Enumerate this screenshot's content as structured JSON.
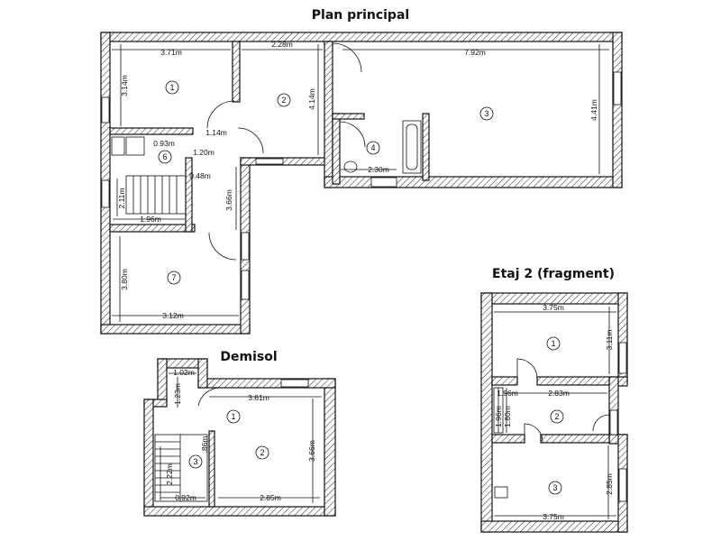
{
  "titles": {
    "main": "Plan principal",
    "basement": "Demisol",
    "floor2": "Etaj 2 (fragment)"
  },
  "plan_principal": {
    "rooms": [
      "1",
      "2",
      "3",
      "4",
      "6",
      "7"
    ],
    "dims": {
      "r1_width": "3.71m",
      "r1_height": "3.14m",
      "r2_width": "2.28m",
      "r2_height": "4.14m",
      "r3_width": "7.92m",
      "r3_height": "4.41m",
      "r4_width": "2.30m",
      "hall_1": "0.93m",
      "hall_2": "1.14m",
      "hall_3": "1.20m",
      "hall_4": "0.48m",
      "stair_h": "2.11m",
      "stair_w": "1.96m",
      "corridor": "3.66m",
      "r7_height": "3.80m",
      "r7_width": "3.12m"
    }
  },
  "demisol": {
    "rooms": [
      "1",
      "2",
      "3"
    ],
    "dims": {
      "d_1": "1.02m",
      "d_2": "1.23m",
      "d_3": "3.61m",
      "d_4": "3.66m",
      "d_5": ".86m",
      "d_6": "2.22m",
      "d_7": "0.92m",
      "d_8": "2.85m"
    }
  },
  "etaj2": {
    "rooms": [
      "1",
      "2",
      "3"
    ],
    "dims": {
      "e_1": "3.75m",
      "e_2": "3.11m",
      "e_3": "1.96m",
      "e_4": "2.83m",
      "e_5": "1.96m",
      "e_6": "1.80m",
      "e_7": "2.85m",
      "e_8": "3.75m"
    }
  }
}
